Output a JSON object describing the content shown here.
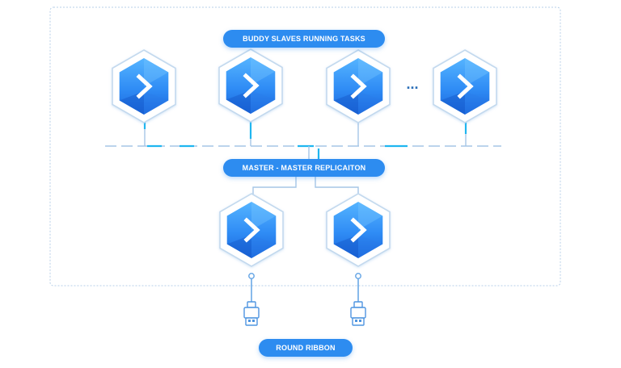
{
  "labels": {
    "slaves": "BUDDY SLAVES RUNNING TASKS",
    "replication": "MASTER - MASTER REPLICAITON",
    "ribbon": "ROUND RIBBON"
  },
  "ellipsis": "...",
  "nodes": {
    "slaves": [
      {
        "icon": "chevron-right-icon"
      },
      {
        "icon": "chevron-right-icon"
      },
      {
        "icon": "chevron-right-icon"
      },
      {
        "icon": "chevron-right-icon"
      }
    ],
    "masters": [
      {
        "icon": "chevron-right-icon"
      },
      {
        "icon": "chevron-right-icon"
      }
    ]
  },
  "connectors": [
    {
      "icon": "usb-connector-icon"
    },
    {
      "icon": "usb-connector-icon"
    }
  ],
  "colors": {
    "accent": "#2d8cf0",
    "hex_dark": "#1f6fe0",
    "hex_light": "#5fb8ff",
    "outline": "#bcd6ef",
    "line": "#9cc3ea",
    "cyan": "#1fb6f0"
  }
}
